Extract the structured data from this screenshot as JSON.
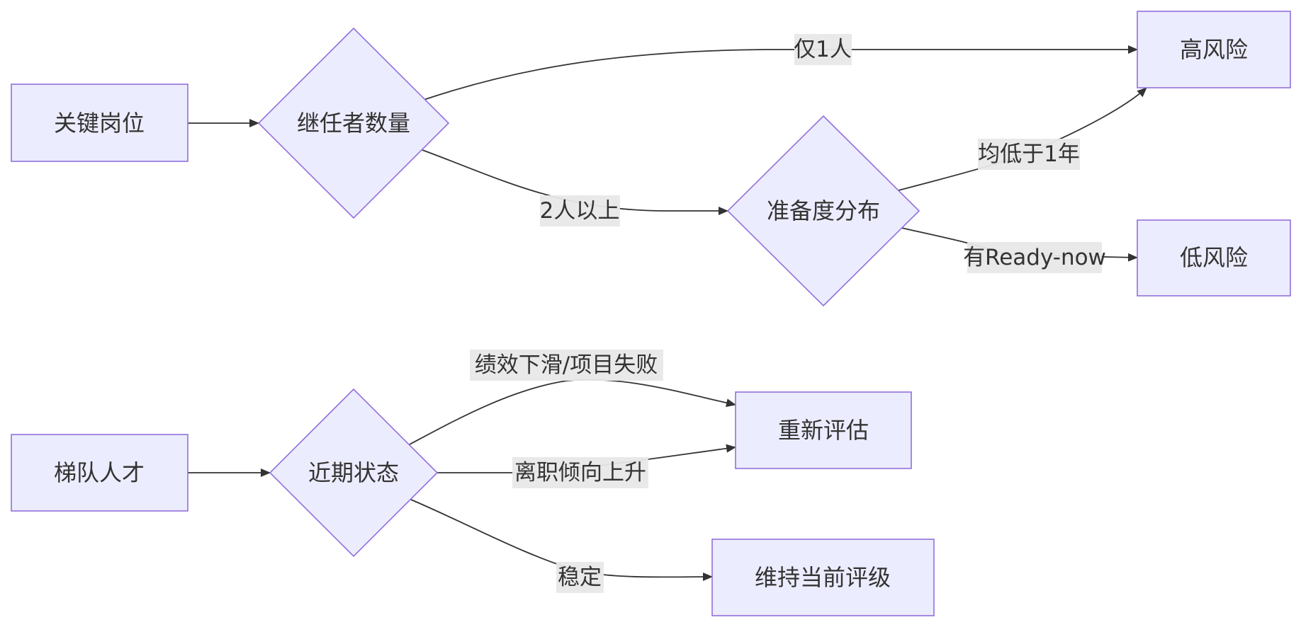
{
  "diagram": {
    "nodes": {
      "key_position": "关键岗位",
      "successor_count": "继任者数量",
      "high_risk": "高风险",
      "readiness_distribution": "准备度分布",
      "low_risk": "低风险",
      "ladder_talent": "梯队人才",
      "recent_status": "近期状态",
      "reassess": "重新评估",
      "maintain_rating": "维持当前评级"
    },
    "edges": {
      "only_one": "仅1人",
      "two_or_more": "2人以上",
      "all_below_one_year": "均低于1年",
      "has_ready_now": "有Ready-now",
      "performance_drop": "绩效下滑/项目失败",
      "turnover_rising": "离职倾向上升",
      "stable": "稳定"
    }
  },
  "colors": {
    "node_fill": "#ececff",
    "node_stroke": "#9370db",
    "edge_stroke": "#333333",
    "label_bg": "#e8e8e8",
    "text": "#333333"
  }
}
